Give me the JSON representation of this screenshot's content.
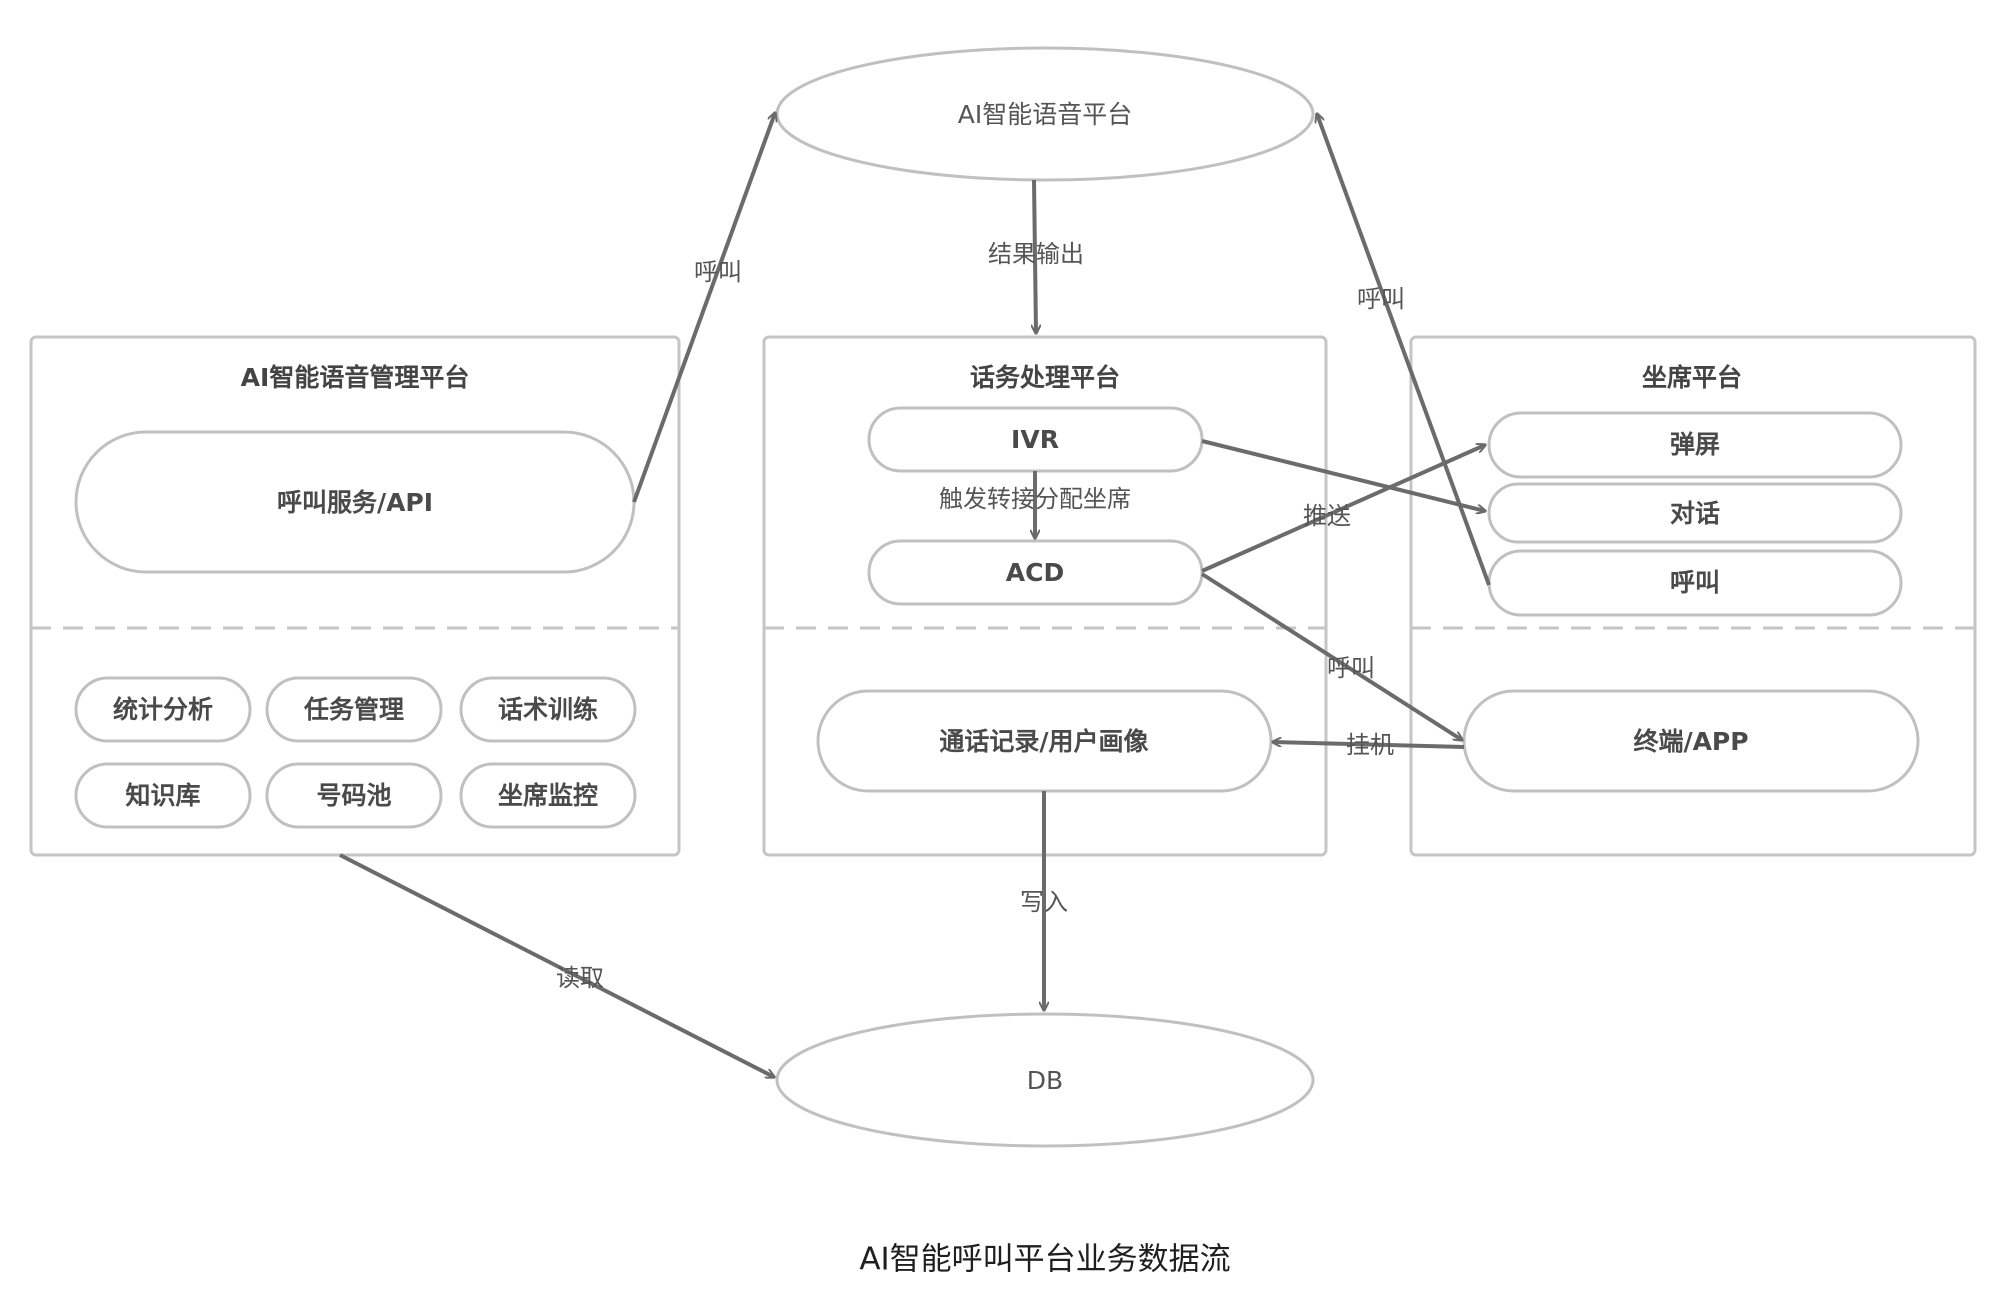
{
  "caption": "AI智能呼叫平台业务数据流",
  "nodes": {
    "ai_voice_platform": "AI智能语音平台",
    "db": "DB"
  },
  "panels": {
    "management": {
      "title": "AI智能语音管理平台",
      "call_service": "呼叫服务/API",
      "modules": [
        "统计分析",
        "任务管理",
        "话术训练",
        "知识库",
        "号码池",
        "坐席监控"
      ]
    },
    "traffic": {
      "title": "话务处理平台",
      "ivr": "IVR",
      "acd": "ACD",
      "records": "通话记录/用户画像"
    },
    "agent": {
      "title": "坐席平台",
      "items": [
        "弹屏",
        "对话",
        "呼叫"
      ],
      "terminal": "终端/APP"
    }
  },
  "edges": {
    "call_left": "呼叫",
    "result_output": "结果输出",
    "call_right": "呼叫",
    "trigger_transfer": "触发转接分配坐席",
    "push": "推送",
    "call_acd": "呼叫",
    "hangup": "挂机",
    "write": "写入",
    "read": "读取"
  },
  "colors": {
    "panel_border": "#c4c6c5",
    "arrow": "#6b6b6b",
    "text": "#4a4a4a"
  }
}
